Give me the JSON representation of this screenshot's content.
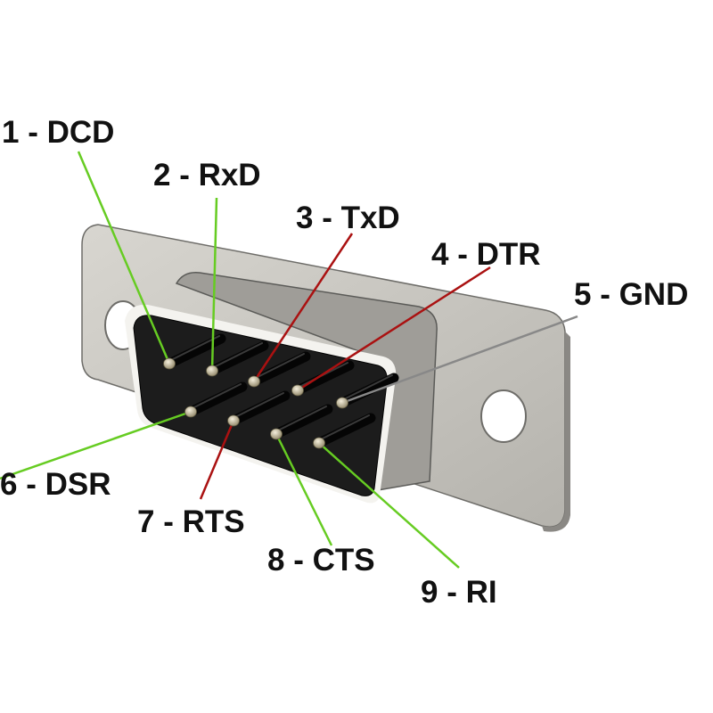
{
  "pins": [
    {
      "number": "1",
      "signal": "DCD",
      "text": "1 - DCD",
      "line_color": "#66cc22"
    },
    {
      "number": "2",
      "signal": "RxD",
      "text": "2 - RxD",
      "line_color": "#66cc22"
    },
    {
      "number": "3",
      "signal": "TxD",
      "text": "3 - TxD",
      "line_color": "#aa1111"
    },
    {
      "number": "4",
      "signal": "DTR",
      "text": "4 - DTR",
      "line_color": "#aa1111"
    },
    {
      "number": "5",
      "signal": "GND",
      "text": "5 - GND",
      "line_color": "#888888"
    },
    {
      "number": "6",
      "signal": "DSR",
      "text": "6 - DSR",
      "line_color": "#66cc22"
    },
    {
      "number": "7",
      "signal": "RTS",
      "text": "7 - RTS",
      "line_color": "#aa1111"
    },
    {
      "number": "8",
      "signal": "CTS",
      "text": "8 - CTS",
      "line_color": "#66cc22"
    },
    {
      "number": "9",
      "signal": "RI",
      "text": "9 - RI",
      "line_color": "#66cc22"
    }
  ],
  "colors": {
    "shell": "#c9c7c1",
    "shell_edge": "#5b5b58",
    "insert": "#1a1a1a",
    "pin": "#c8bd9e"
  }
}
